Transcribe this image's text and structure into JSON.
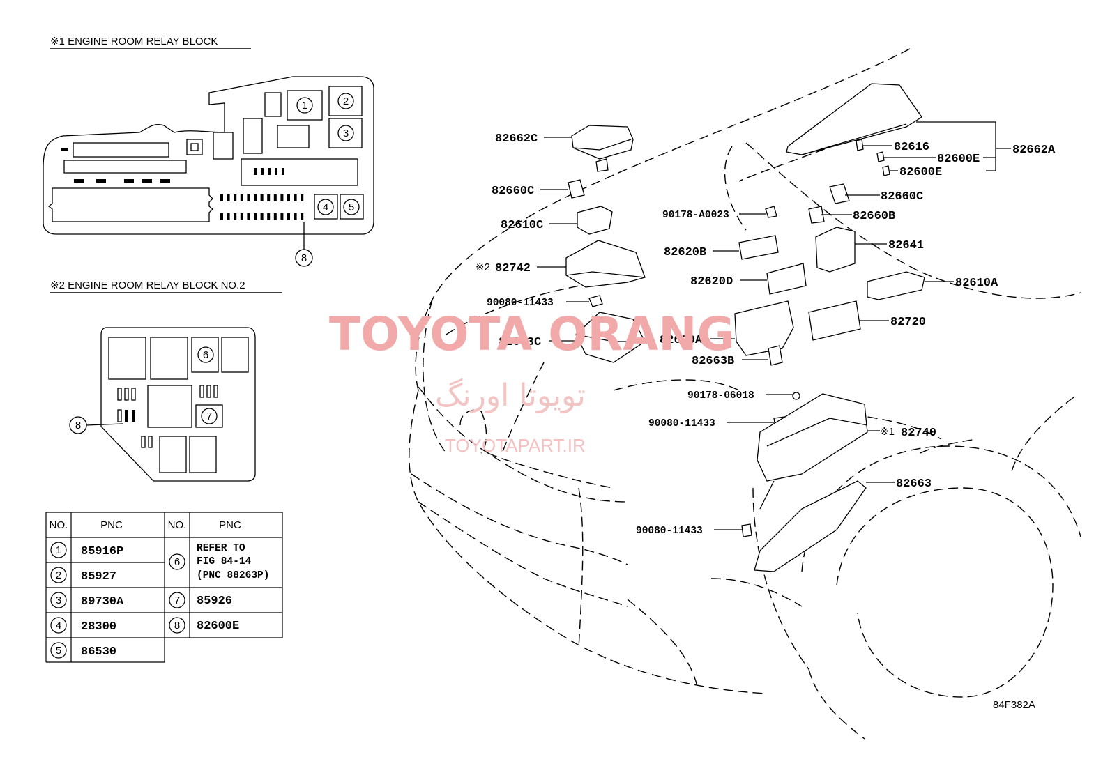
{
  "headings": {
    "block1": "※1 ENGINE ROOM RELAY BLOCK",
    "block2": "※2 ENGINE ROOM RELAY BLOCK NO.2"
  },
  "block_markers": {
    "b1": [
      "1",
      "2",
      "3",
      "4",
      "5",
      "8"
    ],
    "b2": [
      "6",
      "7",
      "8"
    ]
  },
  "table": {
    "headers": {
      "no": "NO.",
      "pnc": "PNC"
    },
    "rows": [
      {
        "no": "1",
        "pnc": "85916P"
      },
      {
        "no": "2",
        "pnc": "85927"
      },
      {
        "no": "3",
        "pnc": "89730A"
      },
      {
        "no": "4",
        "pnc": "28300"
      },
      {
        "no": "5",
        "pnc": "86530"
      },
      {
        "no": "6",
        "pnc": [
          "REFER TO",
          "FIG 84-14",
          "(PNC 88263P)"
        ]
      },
      {
        "no": "7",
        "pnc": "85926"
      },
      {
        "no": "8",
        "pnc": "82600E"
      }
    ]
  },
  "part_labels": {
    "p82662C": "82662C",
    "p82660C_left": "82660C",
    "p82610C": "82610C",
    "p82742_mark": "※2",
    "p82742": "82742",
    "p90080_1": "90080-11433",
    "p82663C": "82663C",
    "p90178_A0023": "90178-A0023",
    "p82620B": "82620B",
    "p82620D": "82620D",
    "p82620A": "82620A",
    "p82663B": "82663B",
    "p82616": "82616",
    "p82600E_1": "82600E",
    "p82600E_2": "82600E",
    "p82662A": "82662A",
    "p82660C_right": "82660C",
    "p82660B": "82660B",
    "p82641": "82641",
    "p82610A": "82610A",
    "p82720": "82720",
    "p90178_06018": "90178-06018",
    "p90080_2": "90080-11433",
    "p82740_mark": "※1",
    "p82740": "82740",
    "p82663": "82663",
    "p90080_3": "90080-11433"
  },
  "figure_code": "84F382A",
  "watermark": {
    "brand": "TOYOTA ORANG",
    "persian": "تویوتا اورنگ",
    "site": "TOYOTAPART.IR"
  }
}
